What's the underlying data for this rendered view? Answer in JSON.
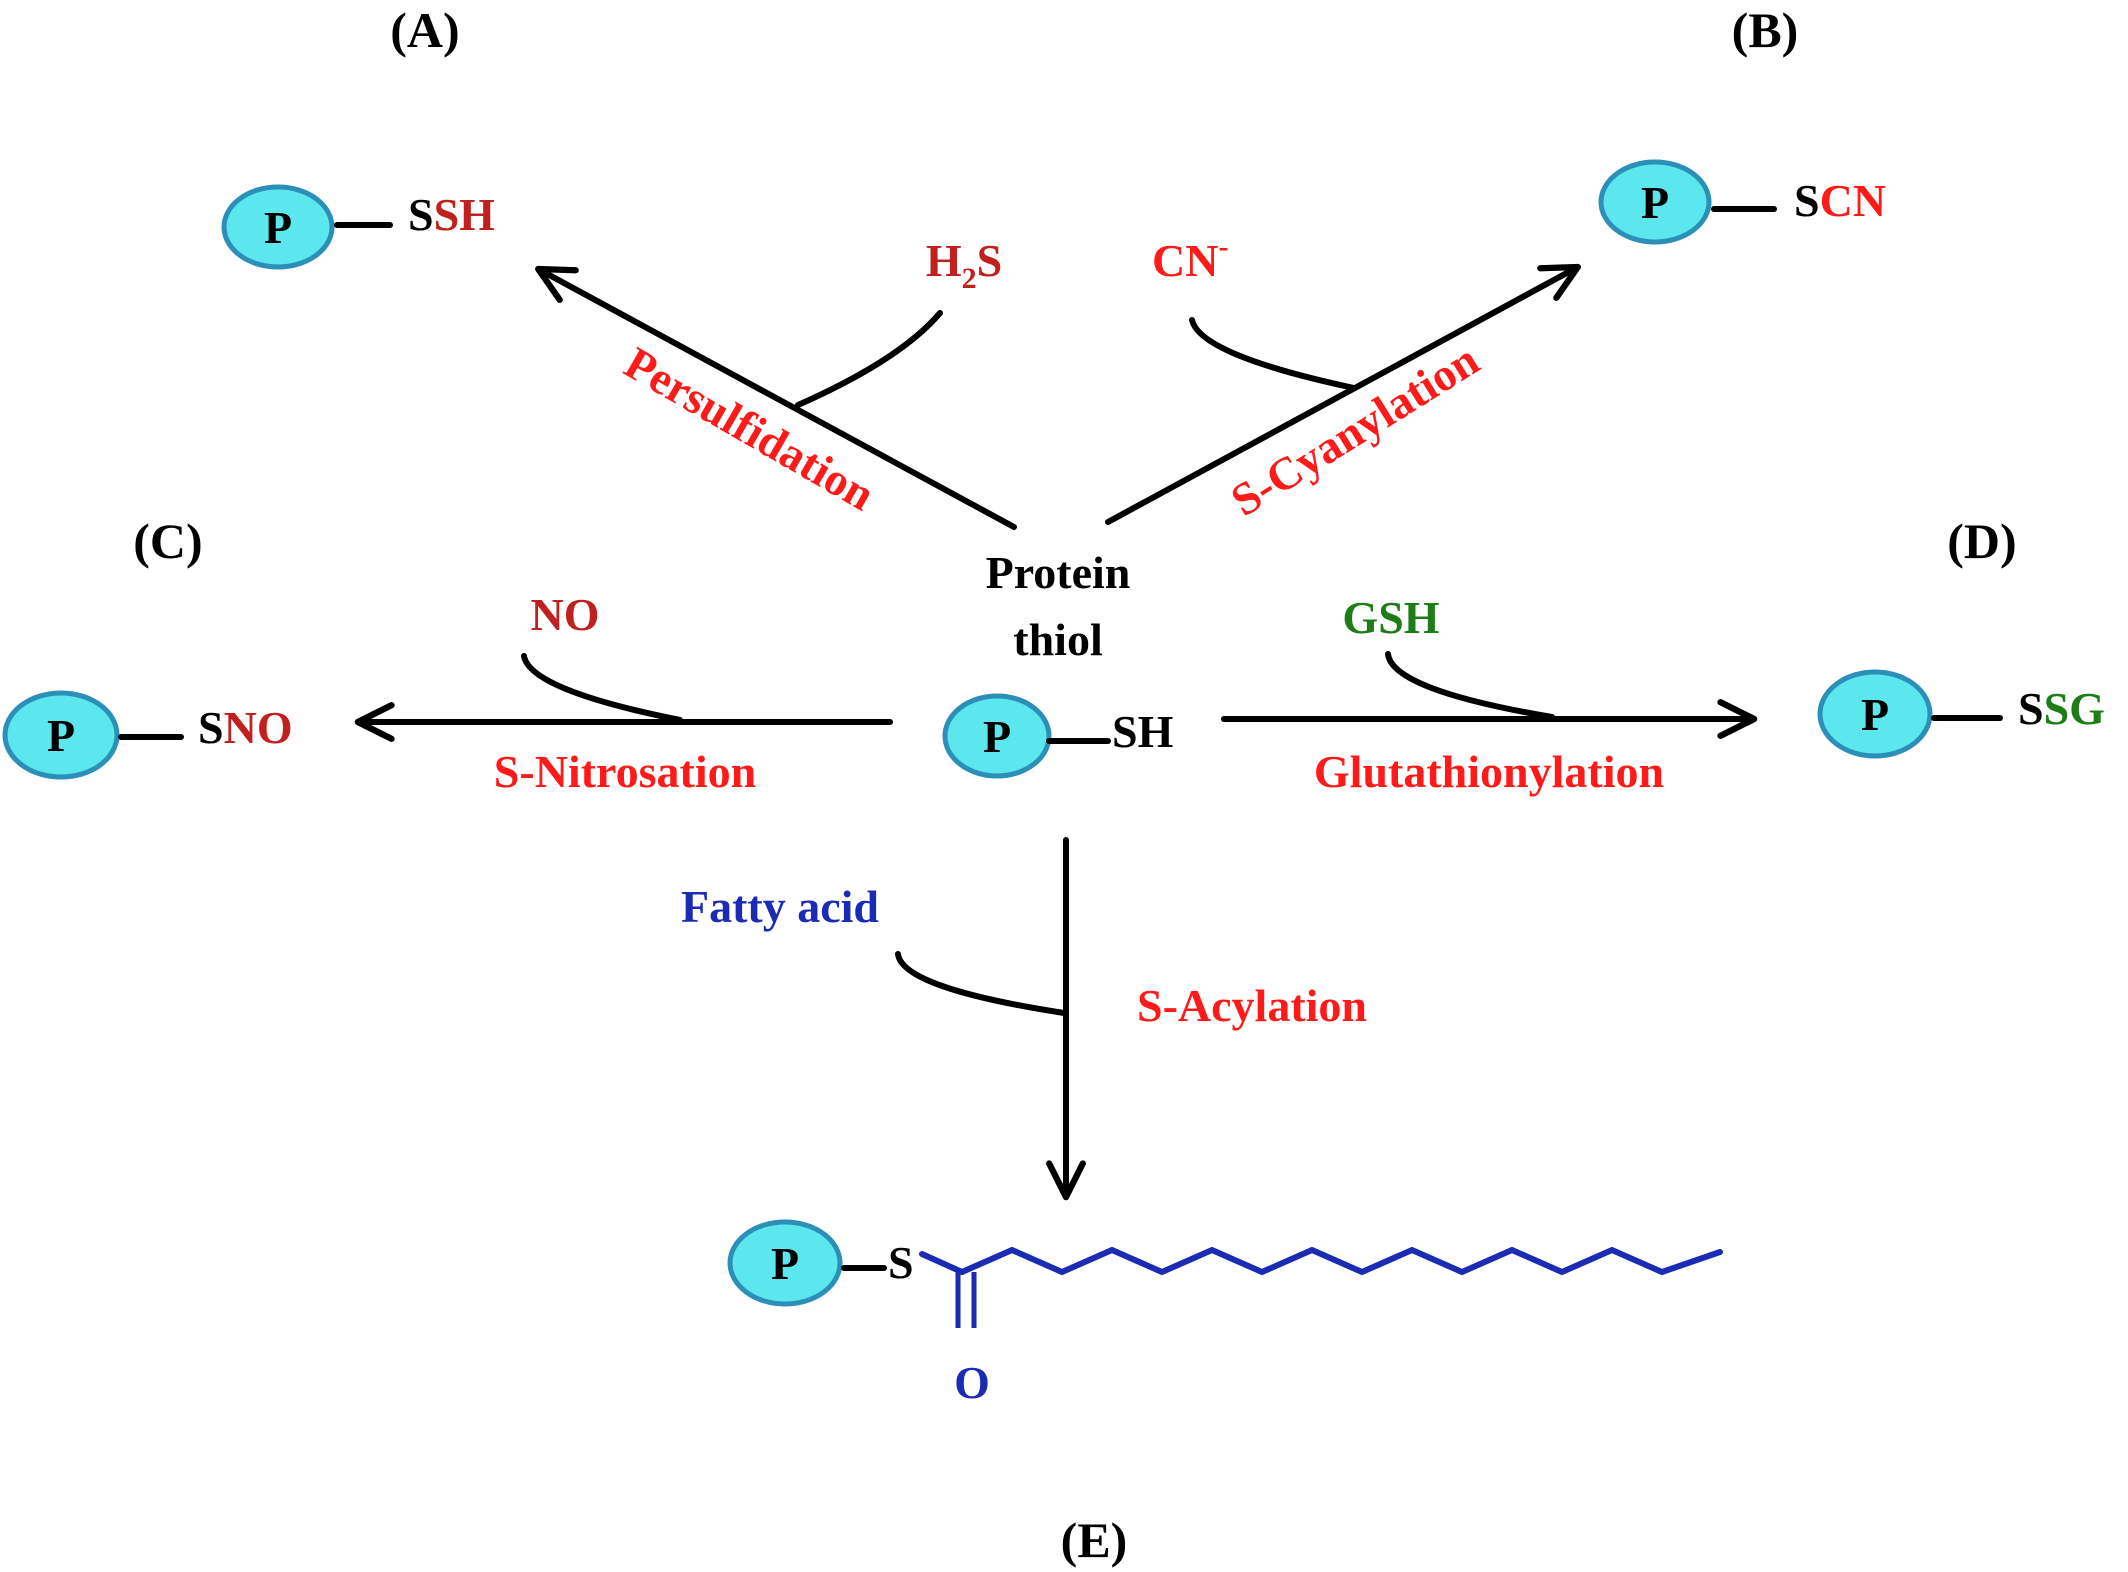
{
  "colors": {
    "black": "#000000",
    "red": "#ff1a1a",
    "dark_red": "#c0211e",
    "green": "#1e7d16",
    "blue": "#1b2bb3",
    "protein_fill": "#5ce7ee",
    "protein_stroke": "#2b8fb8"
  },
  "panels": {
    "a": "(A)",
    "b": "(B)",
    "c": "(C)",
    "d": "(D)",
    "e": "(E)"
  },
  "center": {
    "line1": "Protein",
    "line2": "thiol",
    "protein": "P",
    "group": "SH"
  },
  "products": {
    "a": {
      "protein": "P",
      "s": "S",
      "mod": "SH"
    },
    "b": {
      "protein": "P",
      "s": "S",
      "mod": "CN"
    },
    "c": {
      "protein": "P",
      "s": "S",
      "mod": "NO"
    },
    "d": {
      "protein": "P",
      "s": "S",
      "mod": "SG"
    },
    "e": {
      "protein": "P",
      "s": "S",
      "oxygen": "O"
    }
  },
  "reagents": {
    "h2s": {
      "h": "H",
      "sub": "2",
      "s": "S"
    },
    "cn": {
      "base": "CN",
      "sup": "-"
    },
    "no": "NO",
    "gsh": "GSH",
    "fatty_acid": "Fatty acid"
  },
  "reactions": {
    "persulfidation": "Persulfidation",
    "s_cyanylation": "S-Cyanylation",
    "s_nitrosation": "S-Nitrosation",
    "glutathionylation": "Glutathionylation",
    "s_acylation": "S-Acylation"
  }
}
